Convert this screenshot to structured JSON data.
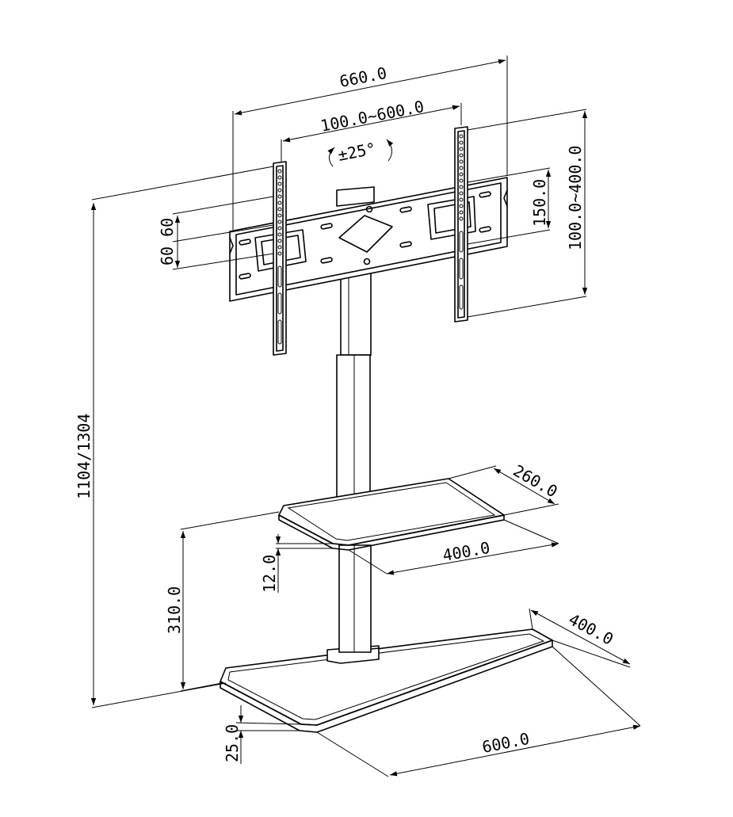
{
  "dimensions": {
    "mount_width": "660.0",
    "vesa_horizontal": "100.0~600.0",
    "tilt": "±25°",
    "vesa_vertical": "100.0~400.0",
    "bracket_offset": "150.0",
    "slot_pitch": "60 60",
    "overall_height": "1104/1304",
    "shelf_depth": "260.0",
    "shelf_width": "400.0",
    "shelf_thickness": "12.0",
    "shelf_height": "310.0",
    "base_depth": "400.0",
    "base_width": "600.0",
    "base_thickness": "25.0"
  }
}
